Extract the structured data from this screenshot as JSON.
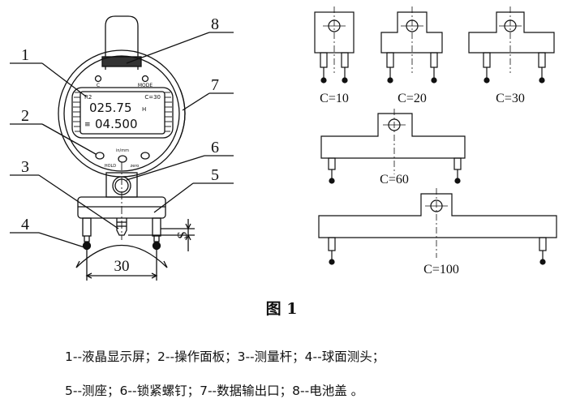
{
  "figure": {
    "callouts": [
      "1",
      "2",
      "3",
      "4",
      "5",
      "6",
      "7",
      "8"
    ],
    "gauge": {
      "button_left": "C",
      "button_right": "MODE",
      "lcd_top_left": "R2",
      "lcd_top_right": "C=30",
      "lcd_reading": "025.75",
      "lcd_unit": "H",
      "lcd_second_prefix": "≡",
      "lcd_second": "04.500",
      "panel_top": "in/mm",
      "panel_left": "HOLD",
      "panel_right": "zero"
    },
    "dimension_width": "30",
    "dimension_s": "S",
    "bases": [
      "C=10",
      "C=20",
      "C=30",
      "C=60",
      "C=100"
    ]
  },
  "caption": "图 1",
  "legend": {
    "line1": "1--液晶显示屏；2--操作面板；3--测量杆；4--球面测头；",
    "line2": "5--测座；6--锁紧螺钉；7--数据输出口；8--电池盖 。"
  }
}
